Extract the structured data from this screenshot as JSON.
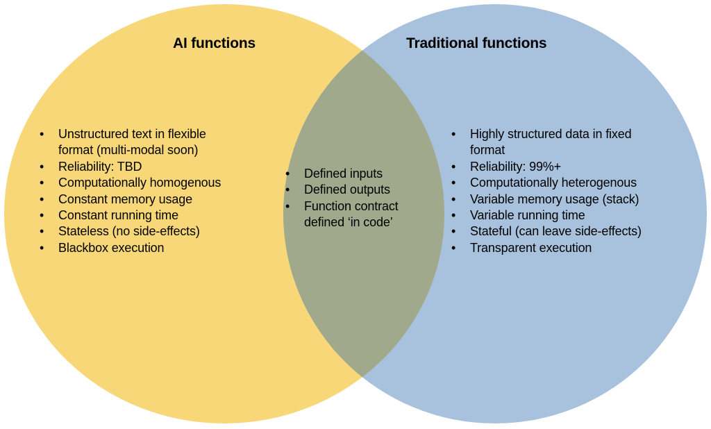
{
  "colors": {
    "left_set": "#F8D778",
    "right_set": "#A8C1DC",
    "overlap": "#A0A98C",
    "text": "#000000",
    "background": "#FFFFFF"
  },
  "left_set": {
    "title": "AI functions",
    "items": [
      "Unstructured text in flexible\nformat (multi-modal soon)",
      "Reliability: TBD",
      "Computationally homogenous",
      "Constant memory usage",
      "Constant running time",
      "Stateless (no side-effects)",
      "Blackbox execution"
    ]
  },
  "overlap": {
    "items": [
      "Defined inputs",
      "Defined outputs",
      "Function contract\ndefined ‘in code’"
    ]
  },
  "right_set": {
    "title": "Traditional functions",
    "items": [
      "Highly structured data in fixed\nformat",
      "Reliability: 99%+",
      "Computationally heterogenous",
      "Variable memory usage (stack)",
      "Variable running time",
      "Stateful (can leave side-effects)",
      "Transparent execution"
    ]
  }
}
